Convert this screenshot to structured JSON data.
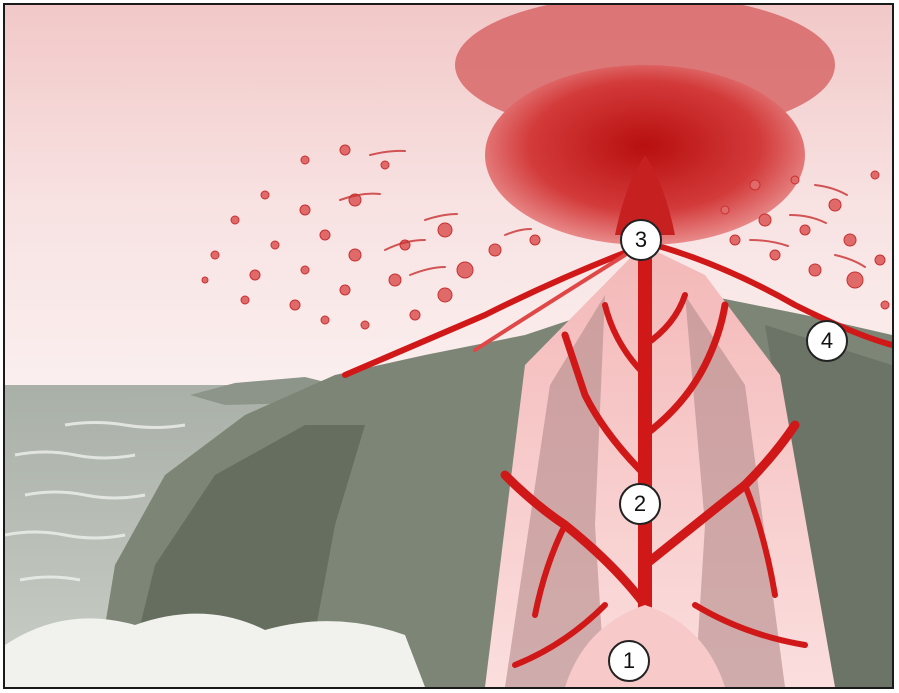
{
  "diagram": {
    "markers": [
      {
        "id": "marker-1",
        "label": "1"
      },
      {
        "id": "marker-2",
        "label": "2"
      },
      {
        "id": "marker-3",
        "label": "3"
      },
      {
        "id": "marker-4",
        "label": "4"
      }
    ]
  },
  "colors": {
    "sky": "#f6d9d9",
    "magma": "#d01818",
    "ash": "#b01010",
    "sea": "#b8beb6",
    "cliff": "#7d8676",
    "frame": "#1a1a1a"
  }
}
